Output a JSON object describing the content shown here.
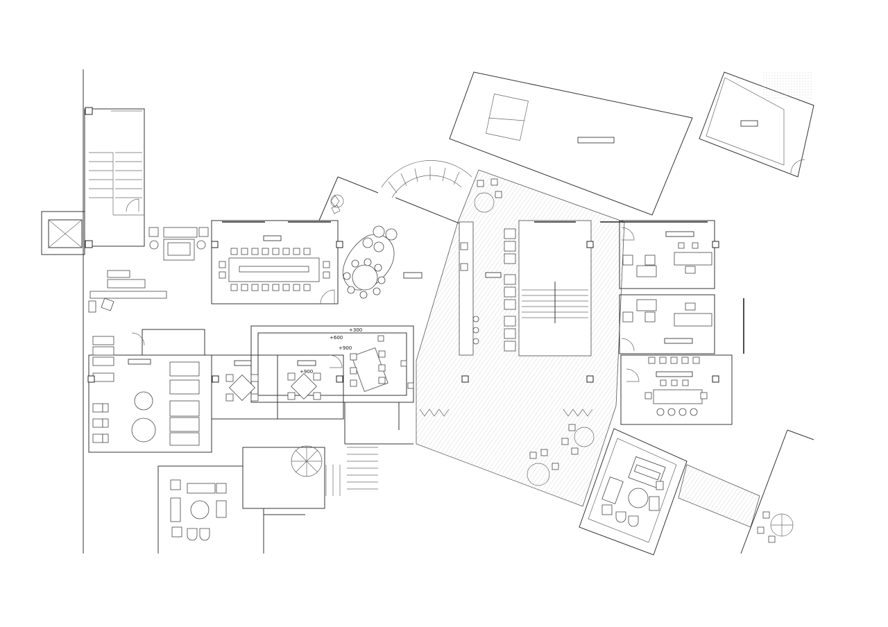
{
  "diagram": {
    "dimension_labels": [
      "+300",
      "+600",
      "+900",
      "+900"
    ],
    "room_tags": [
      "",
      "",
      "",
      "",
      "",
      "",
      "",
      "",
      "",
      "",
      "",
      "",
      "",
      ""
    ]
  }
}
